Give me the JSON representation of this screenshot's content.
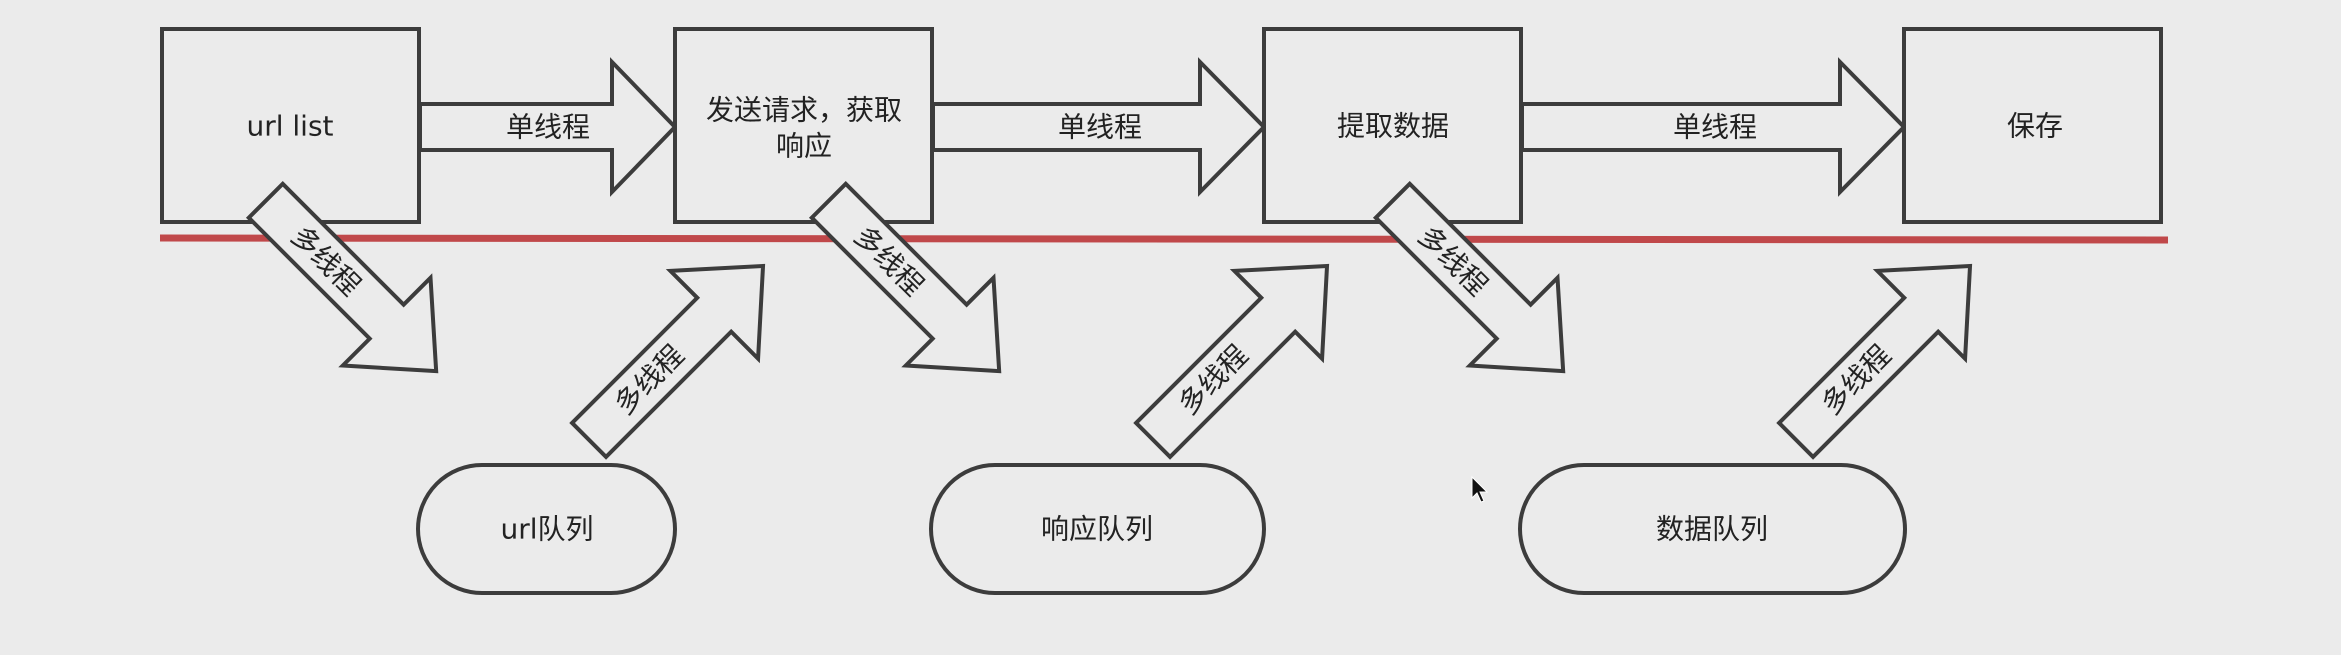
{
  "nodes": {
    "url_list": "url list",
    "send_request_line1": "发送请求，获取",
    "send_request_line2": "响应",
    "extract_data": "提取数据",
    "save": "保存"
  },
  "single_thread_label": "单线程",
  "multi_thread_label": "多线程",
  "queues": {
    "url_queue": "url队列",
    "response_queue": "响应队列",
    "data_queue": "数据队列"
  },
  "colors": {
    "background": "#ebebeb",
    "stroke": "#3c3c3c",
    "divider": "#c0484a"
  }
}
